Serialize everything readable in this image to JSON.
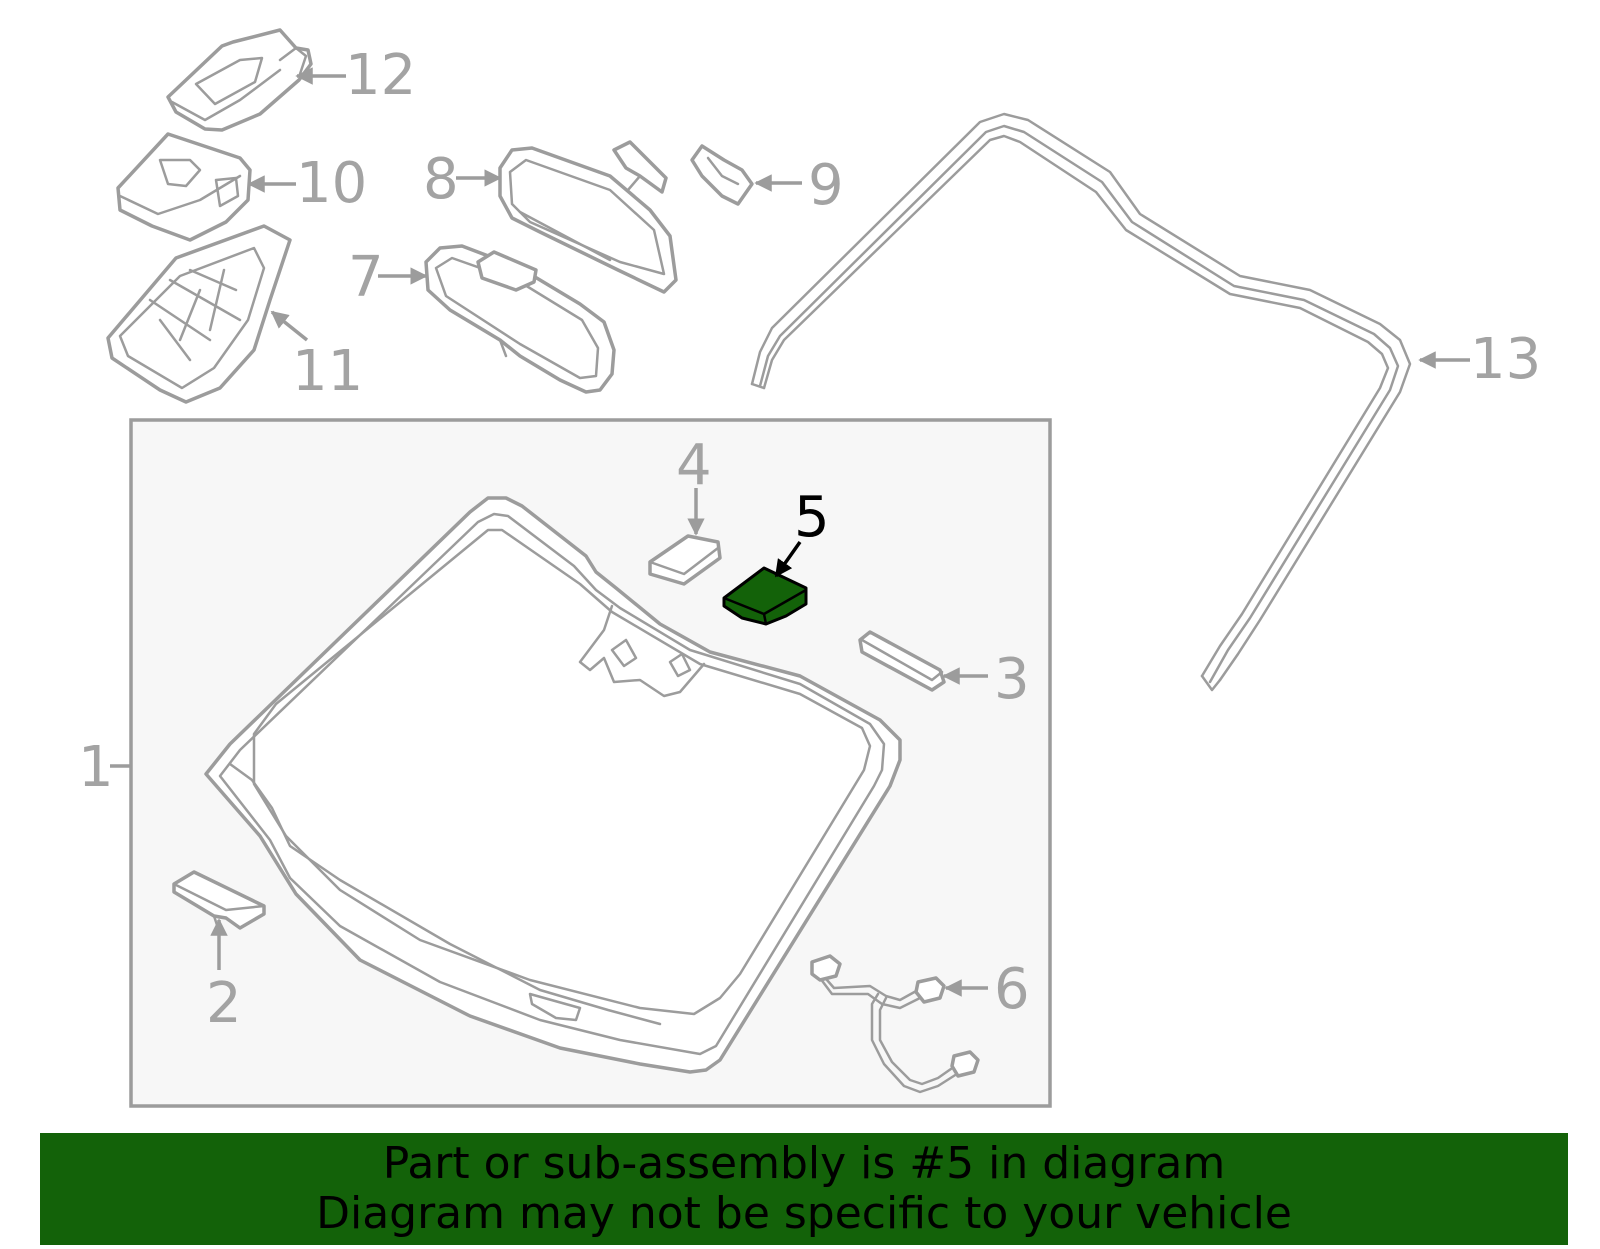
{
  "highlight_color": "#136209",
  "frame_fill": "#f7f7f7",
  "line_color": "#9c9c9c",
  "highlighted_part": "5",
  "callouts": {
    "c1": "1",
    "c2": "2",
    "c3": "3",
    "c4": "4",
    "c5": "5",
    "c6": "6",
    "c7": "7",
    "c8": "8",
    "c9": "9",
    "c10": "10",
    "c11": "11",
    "c12": "12",
    "c13": "13"
  },
  "banner": {
    "line1": "Part or sub-assembly is #5 in diagram",
    "line2": "Diagram may not be specific to your vehicle"
  }
}
